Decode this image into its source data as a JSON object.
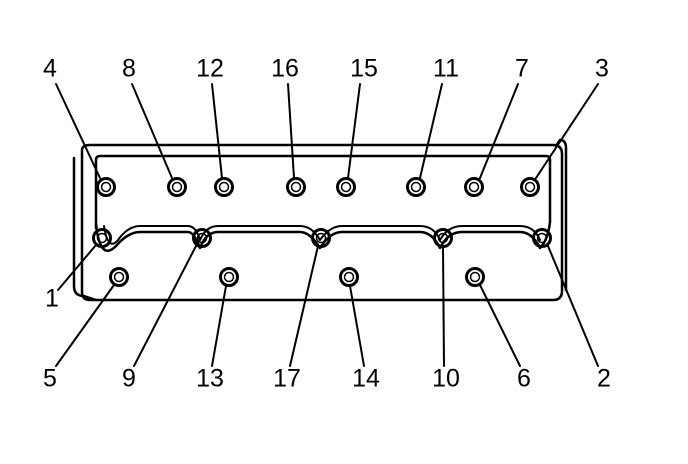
{
  "colors": {
    "ink": "#000000",
    "background": "#ffffff"
  },
  "bolts": [
    {
      "id": "b1",
      "label": "1"
    },
    {
      "id": "b2",
      "label": "2"
    },
    {
      "id": "b3",
      "label": "3"
    },
    {
      "id": "b4",
      "label": "4"
    },
    {
      "id": "b5",
      "label": "5"
    },
    {
      "id": "b6",
      "label": "6"
    },
    {
      "id": "b7",
      "label": "7"
    },
    {
      "id": "b8",
      "label": "8"
    },
    {
      "id": "b9",
      "label": "9"
    },
    {
      "id": "b10",
      "label": "10"
    },
    {
      "id": "b11",
      "label": "11"
    },
    {
      "id": "b12",
      "label": "12"
    },
    {
      "id": "b13",
      "label": "13"
    },
    {
      "id": "b14",
      "label": "14"
    },
    {
      "id": "b15",
      "label": "15"
    },
    {
      "id": "b16",
      "label": "16"
    },
    {
      "id": "b17",
      "label": "17"
    }
  ]
}
